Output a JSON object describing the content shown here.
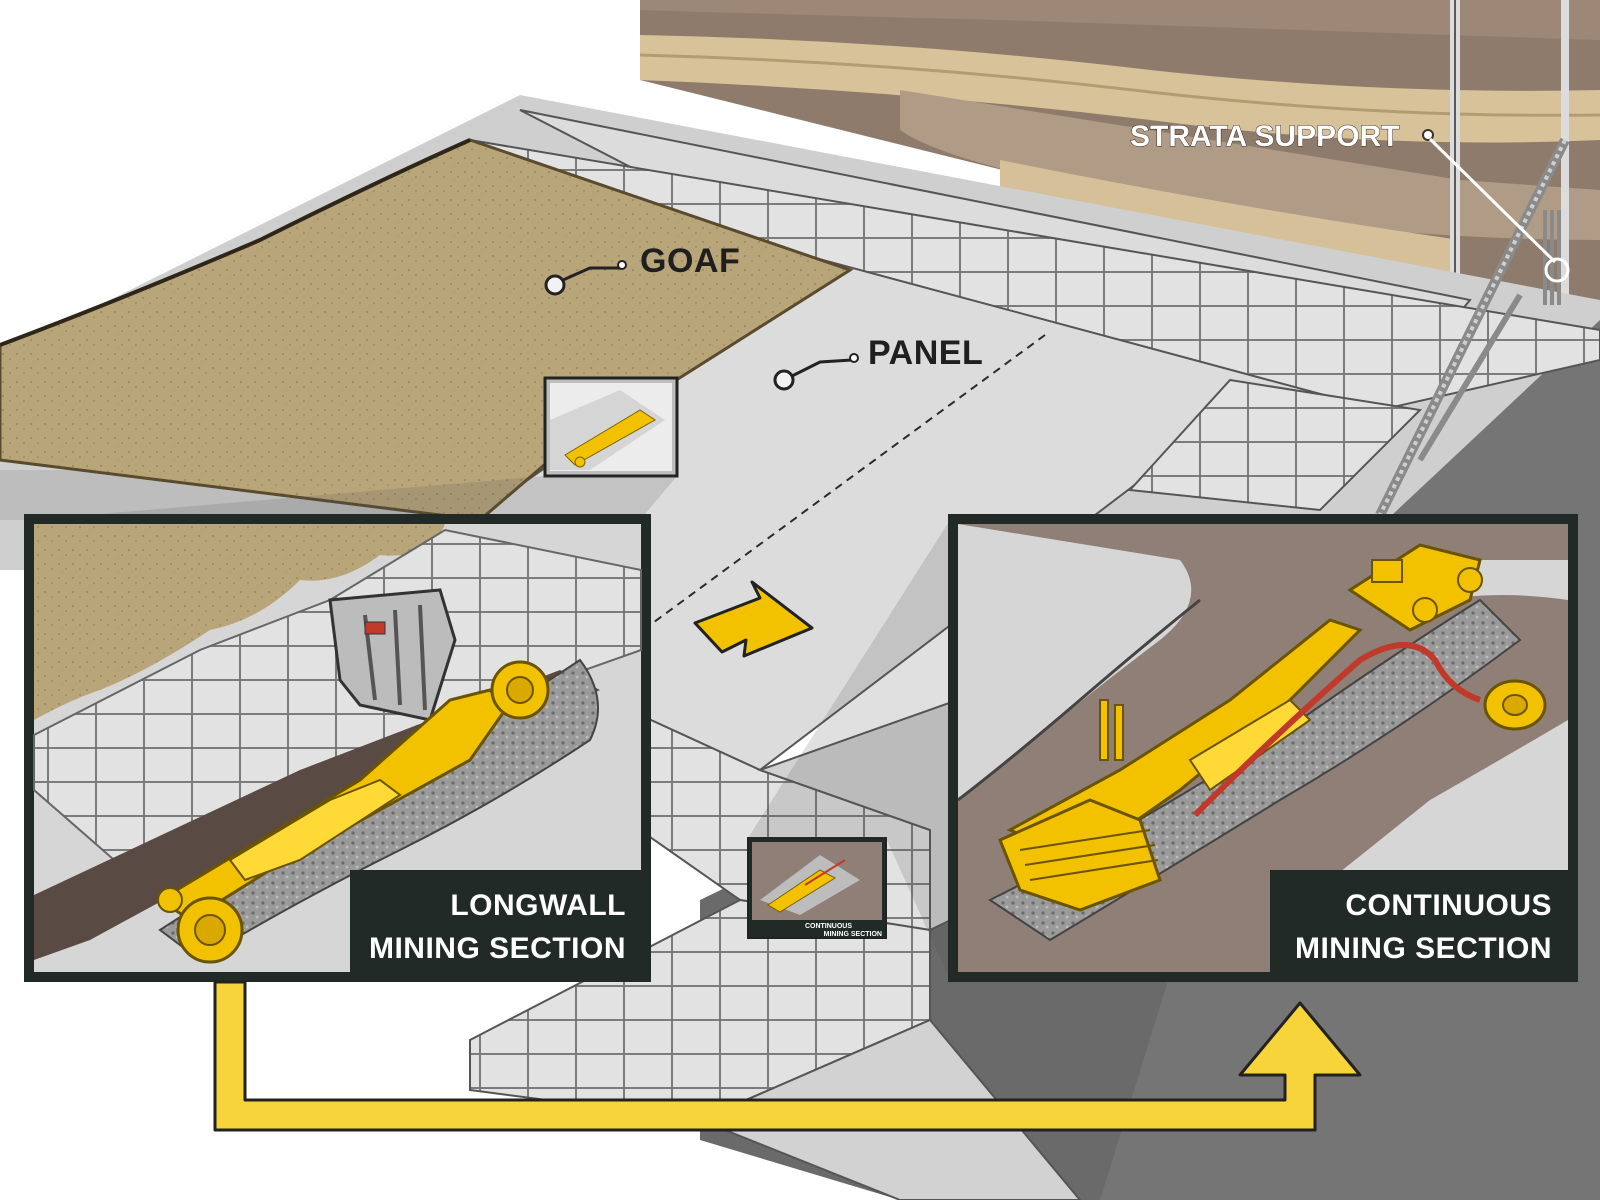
{
  "labels": {
    "goaf": "GOAF",
    "panel": "PANEL",
    "strata_support": "STRATA SUPPORT"
  },
  "insets": {
    "longwall": {
      "line1": "LONGWALL",
      "line2": "MINING SECTION"
    },
    "continuous": {
      "line1": "CONTINUOUS",
      "line2": "MINING SECTION"
    },
    "continuous_mini": {
      "line1": "CONTINUOUS",
      "line2": "MINING SECTION"
    }
  },
  "colors": {
    "goaf": "#b8a479",
    "panel_floor": "#d9d9d9",
    "pillar": "#e4e4e4",
    "roadway": "#6e6e6e",
    "machine_yellow": "#f2c200",
    "arrow_yellow": "#f6d43a",
    "frame_dark": "#222a28",
    "rock_dark": "#8a7668"
  }
}
